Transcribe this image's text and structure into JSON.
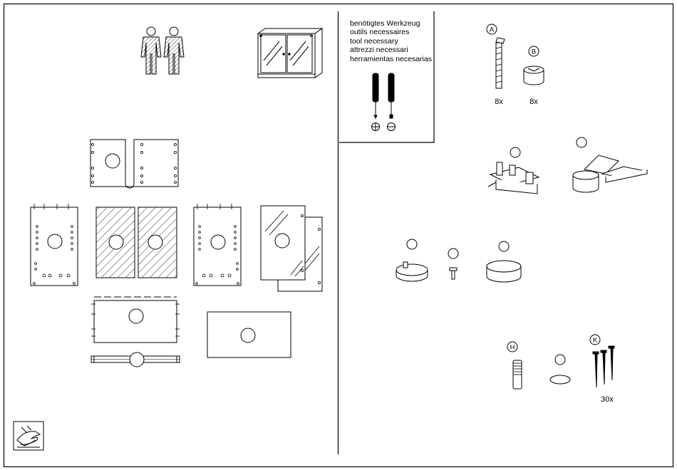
{
  "tools": {
    "lines": [
      "benötigtes Werkzeug",
      "outils necessaires",
      "tool necessary",
      "attrezzi necessari",
      "herramientas necesarias"
    ],
    "screwdriver_symbols": [
      "⊕",
      "⊖"
    ]
  },
  "hardware": {
    "A": {
      "letter": "A",
      "quantity": "8x"
    },
    "B": {
      "letter": "B",
      "quantity": "8x"
    },
    "H": {
      "letter": "H"
    },
    "K": {
      "letter": "K",
      "quantity": "30x"
    }
  }
}
